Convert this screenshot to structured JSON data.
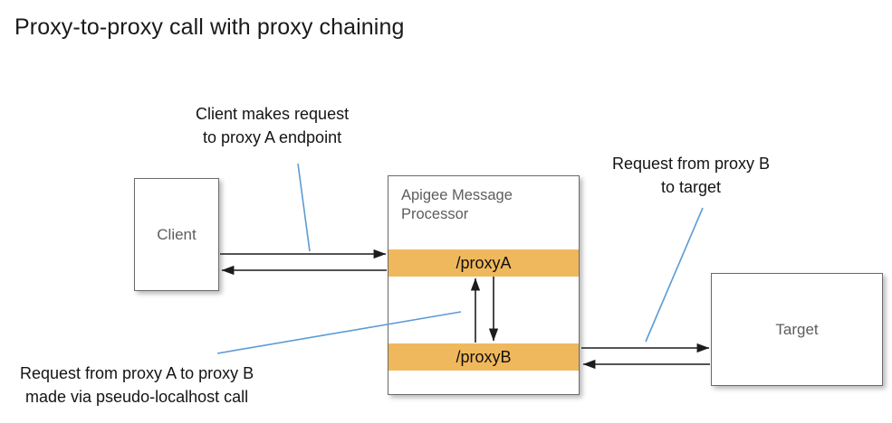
{
  "title": "Proxy-to-proxy call with proxy chaining",
  "colors": {
    "proxy_band": "#F0B85C",
    "box_border": "#6b6b6b",
    "box_label": "#5d5d5d",
    "arrow": "#1c1c1c",
    "leader": "#5b9bd5",
    "text": "#141414"
  },
  "nodes": {
    "client": {
      "label": "Client"
    },
    "target": {
      "label": "Target"
    },
    "message_processor": {
      "title_line1": "Apigee Message",
      "title_line2": "Processor",
      "proxies": [
        {
          "label": "/proxyA"
        },
        {
          "label": "/proxyB"
        }
      ]
    }
  },
  "notes": [
    {
      "id": "client-request",
      "line1": "Client makes request",
      "line2": "to proxy A endpoint"
    },
    {
      "id": "proxy-b-to-target",
      "line1": "Request from proxy B",
      "line2": "to target"
    },
    {
      "id": "proxy-chaining",
      "line1": "Request from proxy A to proxy B",
      "line2": "made via pseudo-localhost call"
    }
  ],
  "flows": [
    {
      "id": "client-to-proxya",
      "from": "Client",
      "to": "/proxyA"
    },
    {
      "id": "proxya-to-client",
      "from": "/proxyA",
      "to": "Client"
    },
    {
      "id": "proxya-to-proxyb",
      "from": "/proxyA",
      "to": "/proxyB"
    },
    {
      "id": "proxyb-to-proxya",
      "from": "/proxyB",
      "to": "/proxyA"
    },
    {
      "id": "proxyb-to-target",
      "from": "/proxyB",
      "to": "Target"
    },
    {
      "id": "target-to-proxyb",
      "from": "Target",
      "to": "/proxyB"
    }
  ]
}
